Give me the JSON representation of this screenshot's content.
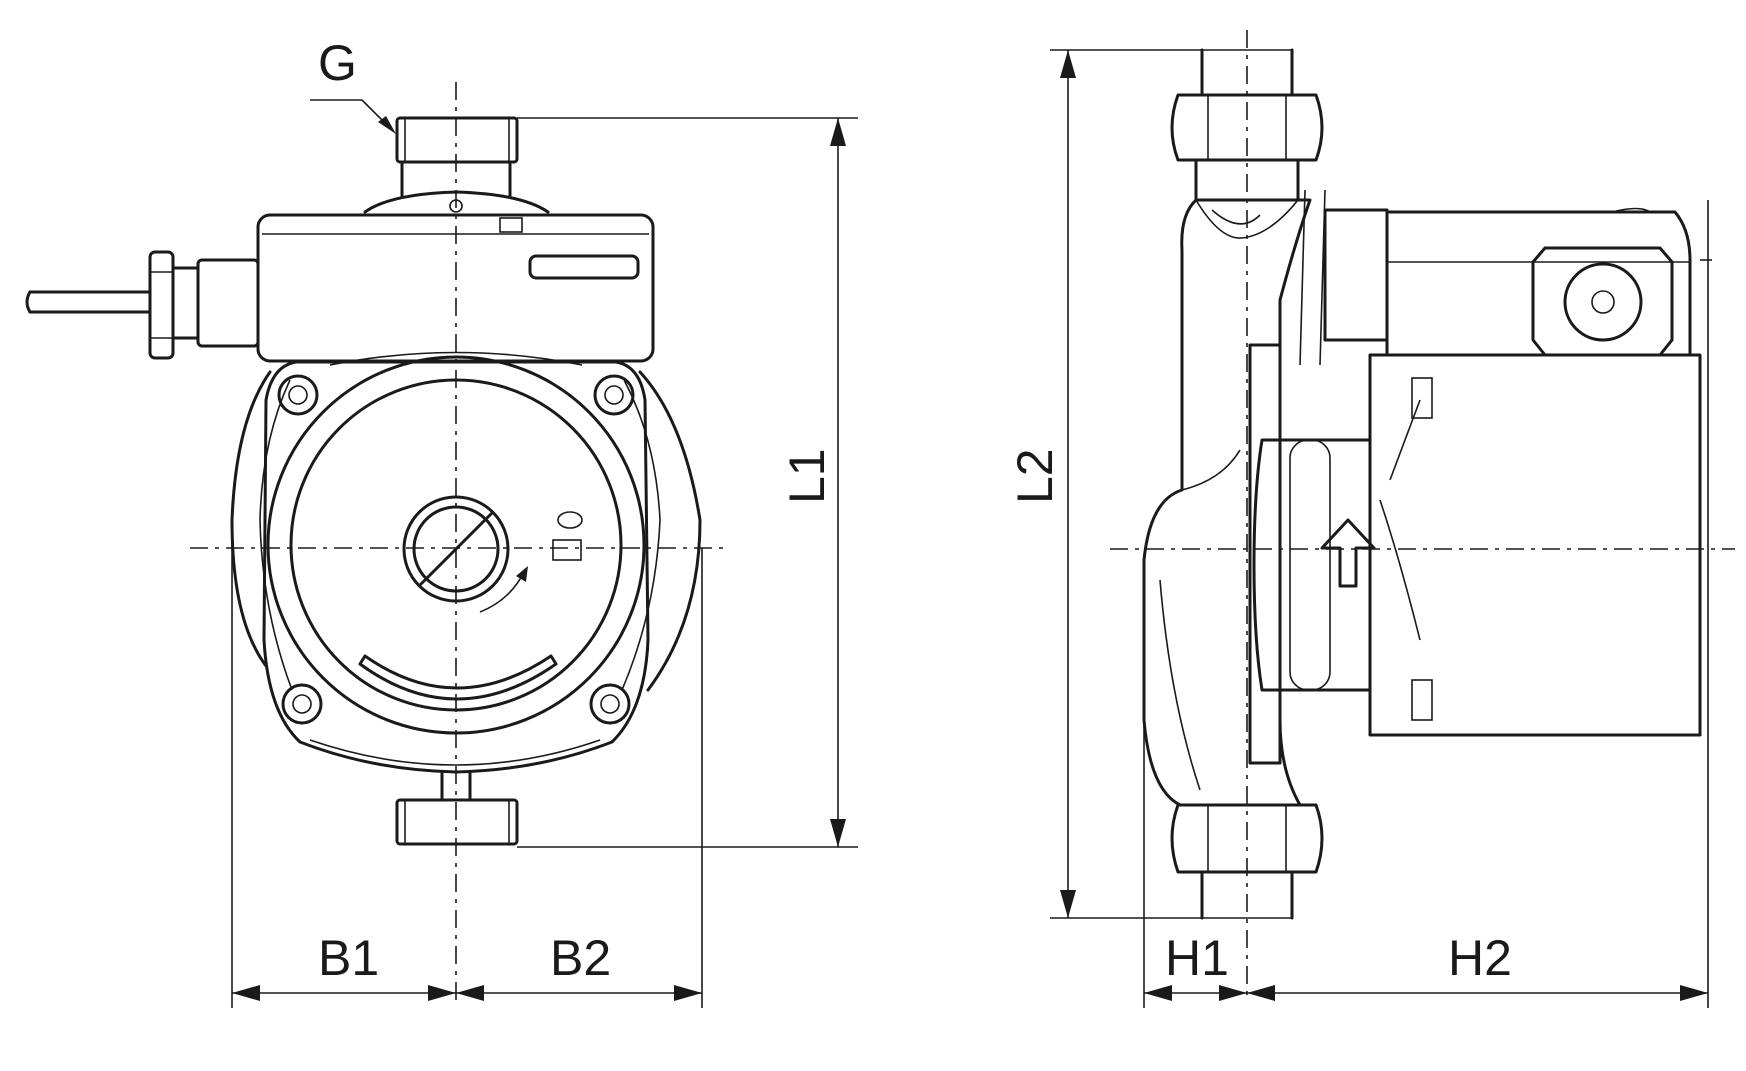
{
  "labels": {
    "g": "G",
    "l1": "L1",
    "l2": "L2",
    "b1": "B1",
    "b2": "B2",
    "h1": "H1",
    "h2": "H2"
  },
  "line_color": "#1a1a1a",
  "background_color": "#ffffff"
}
